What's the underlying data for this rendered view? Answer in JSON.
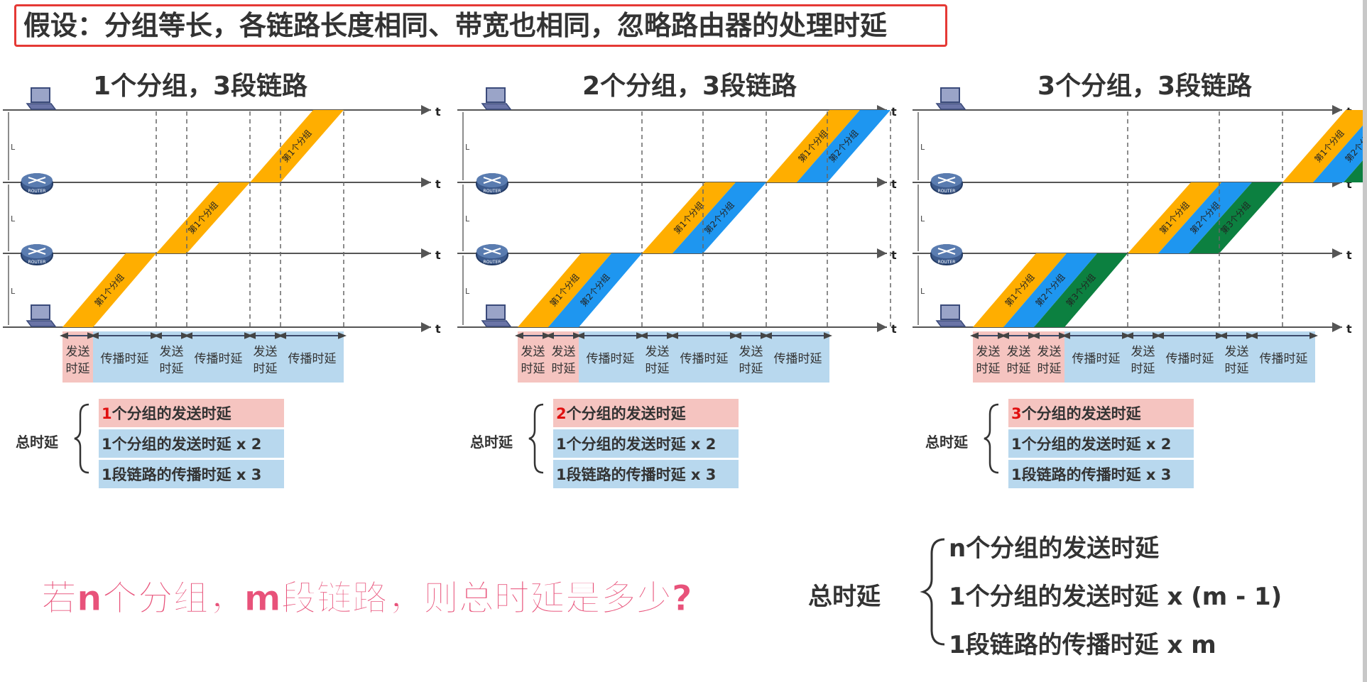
{
  "assumption": "假设：分组等长，各链路长度相同、带宽也相同，忽略路由器的处理时延",
  "axis_label": "t",
  "link_label": "L",
  "router_label": "ROUTER",
  "panels": [
    {
      "title": "1个分组，3段链路",
      "packets": [
        "第1个分组"
      ],
      "segments": [
        "发送\n时延",
        "传播时延",
        "发送\n时延",
        "传播时延",
        "发送\n时延",
        "传播时延"
      ],
      "total_label": "总时延",
      "total_items": [
        {
          "prefix": "1",
          "text": "个分组的发送时延"
        },
        {
          "prefix": "",
          "text": "1个分组的发送时延 x 2"
        },
        {
          "prefix": "",
          "text": "1段链路的传播时延 x 3"
        }
      ]
    },
    {
      "title": "2个分组，3段链路",
      "packets": [
        "第1个分组",
        "第2个分组"
      ],
      "segments": [
        "发送\n时延",
        "发送\n时延",
        "传播时延",
        "发送\n时延",
        "传播时延",
        "发送\n时延",
        "传播时延"
      ],
      "total_label": "总时延",
      "total_items": [
        {
          "prefix": "2",
          "text": "个分组的发送时延"
        },
        {
          "prefix": "",
          "text": "1个分组的发送时延 x 2"
        },
        {
          "prefix": "",
          "text": "1段链路的传播时延 x 3"
        }
      ]
    },
    {
      "title": "3个分组，3段链路",
      "packets": [
        "第1个分组",
        "第2个分组",
        "第3个分组"
      ],
      "segments": [
        "发送\n时延",
        "发送\n时延",
        "发送\n时延",
        "传播时延",
        "发送\n时延",
        "传播时延",
        "发送\n时延",
        "传播时延"
      ],
      "total_label": "总时延",
      "total_items": [
        {
          "prefix": "3",
          "text": "个分组的发送时延"
        },
        {
          "prefix": "",
          "text": "1个分组的发送时延 x 2"
        },
        {
          "prefix": "",
          "text": "1段链路的传播时延 x 3"
        }
      ]
    }
  ],
  "question": "若n个分组，m段链路，则总时延是多少?",
  "general": {
    "label": "总时延",
    "items": [
      "n个分组的发送时延",
      "1个分组的发送时延 x (m - 1)",
      "1段链路的传播时延 x m"
    ]
  },
  "colors": {
    "packet": [
      "#ffae00",
      "#1e96f0",
      "#0c8040"
    ],
    "send_box": "#f5c4c0",
    "prop_box": "#b8d8ee",
    "axis": "#555555",
    "prefix_red": "#e01010",
    "question_text": "#e8527a"
  }
}
